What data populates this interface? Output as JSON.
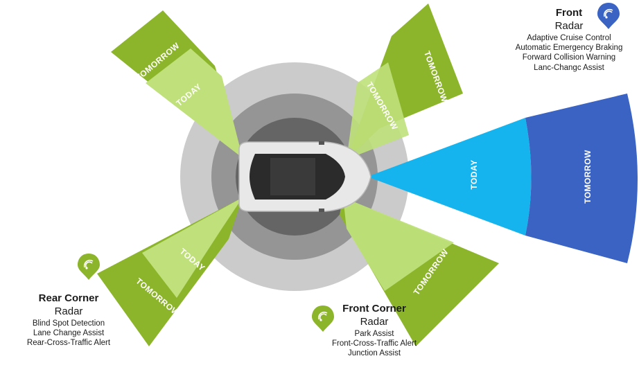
{
  "zones": {
    "today": "TODAY",
    "tomorrow": "TOMORROW"
  },
  "colors": {
    "green_dark": "#8db52c",
    "green_light": "#bfe07a",
    "blue_dark": "#3a63c4",
    "blue_light": "#16b4ee",
    "gray_dark": "#5f5f5f",
    "gray_mid": "#8c8c8c",
    "gray_light": "#c2c2c2"
  },
  "front": {
    "title": "Front",
    "subtitle": "Radar",
    "features": [
      "Adaptive Cruise Control",
      "Automatic Emergency Braking",
      "Forward Collision Warning",
      "Lanc-Changc Assist"
    ]
  },
  "rear_corner": {
    "title": "Rear Corner",
    "subtitle": "Radar",
    "features": [
      "Blind Spot Detection",
      "Lane Change Assist",
      "Rear-Cross-Traffic Alert"
    ]
  },
  "front_corner": {
    "title": "Front Corner",
    "subtitle": "Radar",
    "features": [
      "Park Assist",
      "Front-Cross-Traffic Alert",
      "Junction Assist"
    ]
  }
}
